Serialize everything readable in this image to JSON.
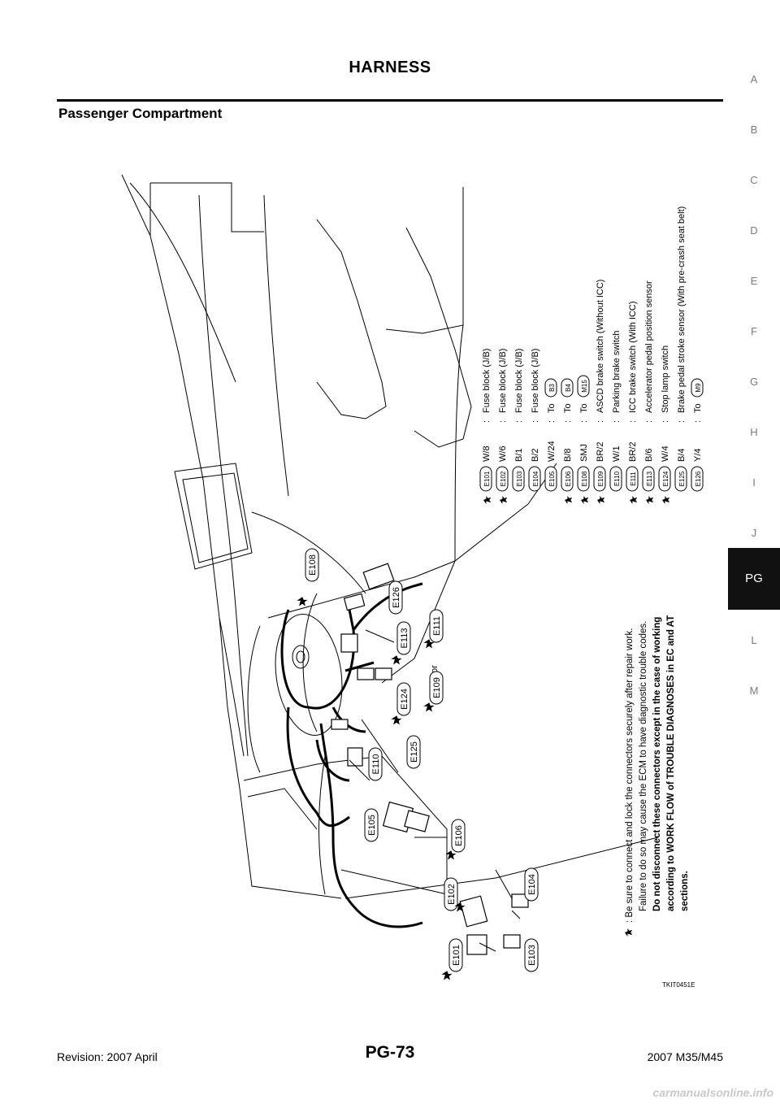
{
  "header": {
    "title": "HARNESS"
  },
  "section": {
    "title": "Passenger Compartment"
  },
  "side_tabs": [
    "A",
    "B",
    "C",
    "D",
    "E",
    "F",
    "G",
    "H",
    "I",
    "J",
    "PG",
    "L",
    "M"
  ],
  "active_tab": "PG",
  "legend": {
    "rows": [
      {
        "star": true,
        "connector": "E101",
        "spec": "W/8",
        "desc": "Fuse  block  (J/B)"
      },
      {
        "star": true,
        "connector": "E102",
        "spec": "W/6",
        "desc": "Fuse  block  (J/B)"
      },
      {
        "star": false,
        "connector": "E103",
        "spec": "B/1",
        "desc": "Fuse  block  (J/B)"
      },
      {
        "star": false,
        "connector": "E104",
        "spec": "B/2",
        "desc": "Fuse  block  (J/B)"
      },
      {
        "star": false,
        "connector": "E105",
        "spec": "W/24",
        "desc": "To",
        "to": "B3"
      },
      {
        "star": true,
        "connector": "E106",
        "spec": "B/8",
        "desc": "To",
        "to": "B4"
      },
      {
        "star": true,
        "connector": "E108",
        "spec": "SMJ",
        "desc": "To",
        "to": "M15"
      },
      {
        "star": true,
        "connector": "E109",
        "spec": "BR/2",
        "desc": "ASCD  brake  switch  (Without  ICC)"
      },
      {
        "star": false,
        "connector": "E110",
        "spec": "W/1",
        "desc": "Parking  brake  switch"
      },
      {
        "star": true,
        "connector": "E111",
        "spec": "BR/2",
        "desc": "ICC  brake  switch  (With  ICC)"
      },
      {
        "star": true,
        "connector": "E113",
        "spec": "B/6",
        "desc": "Accelerator  pedal  position  sensor"
      },
      {
        "star": true,
        "connector": "E124",
        "spec": "W/4",
        "desc": "Stop  lamp  switch"
      },
      {
        "star": false,
        "connector": "E125",
        "spec": "B/4",
        "desc": "Brake  pedal  stroke  sensor  (With  pre-crash  seat  belt)"
      },
      {
        "star": false,
        "connector": "E126",
        "spec": "Y/4",
        "desc": "To",
        "to": "M9"
      }
    ]
  },
  "note": {
    "lines": [
      ": Be sure to connect and lock the connectors securely after repair work.",
      "Failure to do so may cause the ECM to have diagnostic trouble codes.",
      "Do not disconnect these connectors except in the case of working",
      "according to WORK FLOW of TROUBLE DIAGNOSES in EC and AT",
      "sections."
    ]
  },
  "callouts": {
    "e108": "E108",
    "e126": "E126",
    "e113": "E113",
    "e111": "E111",
    "or": "or",
    "e109": "E109",
    "e124": "E124",
    "e125": "E125",
    "e110": "E110",
    "e105": "E105",
    "e106": "E106",
    "e102": "E102",
    "e104": "E104",
    "e101": "E101",
    "e103": "E103"
  },
  "figure_code": "TKIT0451E",
  "footer": {
    "revision": "Revision: 2007 April",
    "page": "PG-73",
    "model": "2007 M35/M45"
  },
  "watermark": "carmanualsonline.info"
}
